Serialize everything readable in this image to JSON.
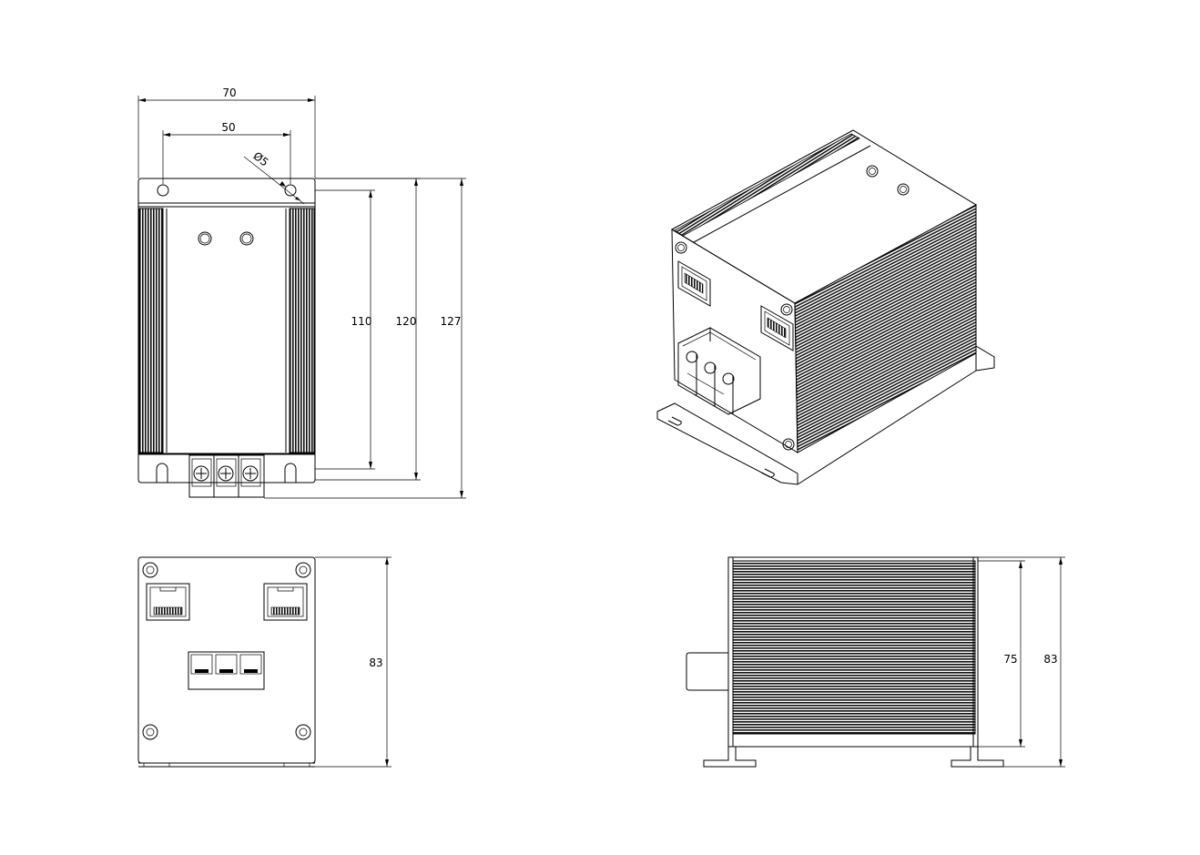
{
  "drawing": {
    "front_view": {
      "dim_width_outer": "70",
      "dim_hole_spacing": "50",
      "dim_hole_diameter": "Ø5",
      "dim_height_inner": "110",
      "dim_height_mid": "120",
      "dim_height_outer": "127"
    },
    "end_view": {
      "dim_height": "83"
    },
    "side_view": {
      "dim_height_inner": "75",
      "dim_height_outer": "83"
    }
  }
}
